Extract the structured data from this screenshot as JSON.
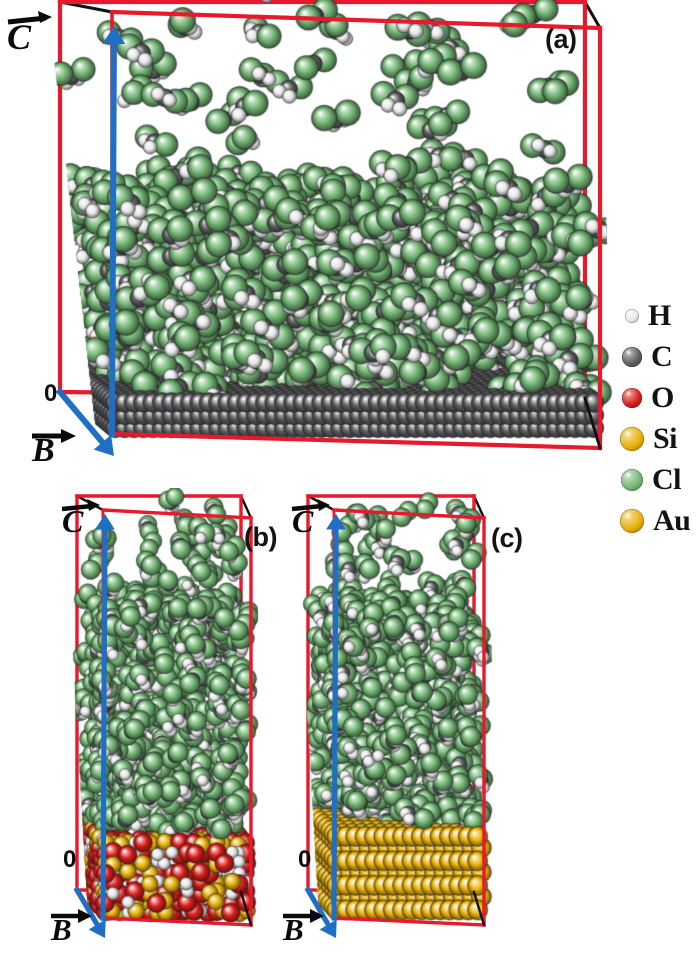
{
  "figure": {
    "kind": "molecular-dynamics-simulation-snapshots",
    "background": "#ffffff"
  },
  "panels": [
    {
      "id": "a",
      "tag": "(a)",
      "origin_label": "0",
      "axes": [
        {
          "name": "c-axis",
          "label": "C",
          "direction": "up",
          "color": "#1f6fc4"
        },
        {
          "name": "b-axis",
          "label": "B",
          "direction": "down-left",
          "color": "#1f6fc4"
        }
      ],
      "box_color": "#e8192c",
      "substrate": {
        "material": "graphite",
        "element": "C",
        "color": "#59595c"
      },
      "fluid": {
        "molecule": "dichloromethane",
        "elements": [
          "Cl",
          "C",
          "H"
        ]
      }
    },
    {
      "id": "b",
      "tag": "(b)",
      "origin_label": "0",
      "axes": [
        {
          "name": "c-axis",
          "label": "C",
          "direction": "up",
          "color": "#1f6fc4"
        },
        {
          "name": "b-axis",
          "label": "B",
          "direction": "down-left",
          "color": "#1f6fc4"
        }
      ],
      "box_color": "#e8192c",
      "substrate": {
        "material": "silica",
        "element": "SiO2",
        "color": "#dd1f17"
      },
      "fluid": {
        "molecule": "dichloromethane",
        "elements": [
          "Cl",
          "C",
          "H"
        ]
      }
    },
    {
      "id": "c",
      "tag": "(c)",
      "origin_label": "0",
      "axes": [
        {
          "name": "c-axis",
          "label": "C",
          "direction": "up",
          "color": "#1f6fc4"
        },
        {
          "name": "b-axis",
          "label": "B",
          "direction": "down-left",
          "color": "#1f6fc4"
        }
      ],
      "box_color": "#e8192c",
      "substrate": {
        "material": "gold",
        "element": "Au",
        "color": "#efb60c"
      },
      "fluid": {
        "molecule": "dichloromethane",
        "elements": [
          "Cl",
          "C",
          "H"
        ]
      }
    }
  ],
  "legend": {
    "title": "",
    "items": [
      {
        "label": "H",
        "color": "#e9e9ea",
        "edge": "#9a9a9c",
        "radius": 7
      },
      {
        "label": "C",
        "color": "#5e5e61",
        "edge": "#3a3a3c",
        "radius": 10
      },
      {
        "label": "O",
        "color": "#d81f1b",
        "edge": "#8e0f0c",
        "radius": 10
      },
      {
        "label": "Si",
        "color": "#e8b20b",
        "edge": "#9c7403",
        "radius": 12
      },
      {
        "label": "Cl",
        "color": "#76b877",
        "edge": "#4a7d4b",
        "radius": 11
      },
      {
        "label": "Au",
        "color": "#e8b20b",
        "edge": "#9c7403",
        "radius": 12
      }
    ]
  },
  "colors": {
    "box_red": "#e8192c",
    "axis_blue": "#1f6fc4",
    "box_black": "#111111",
    "cl_green": "#76b877",
    "c_gray": "#5e5e61",
    "h_white": "#e9e9ea",
    "o_red": "#d81f1b",
    "si_yellow": "#e8b20b",
    "au_gold": "#efb60c"
  }
}
